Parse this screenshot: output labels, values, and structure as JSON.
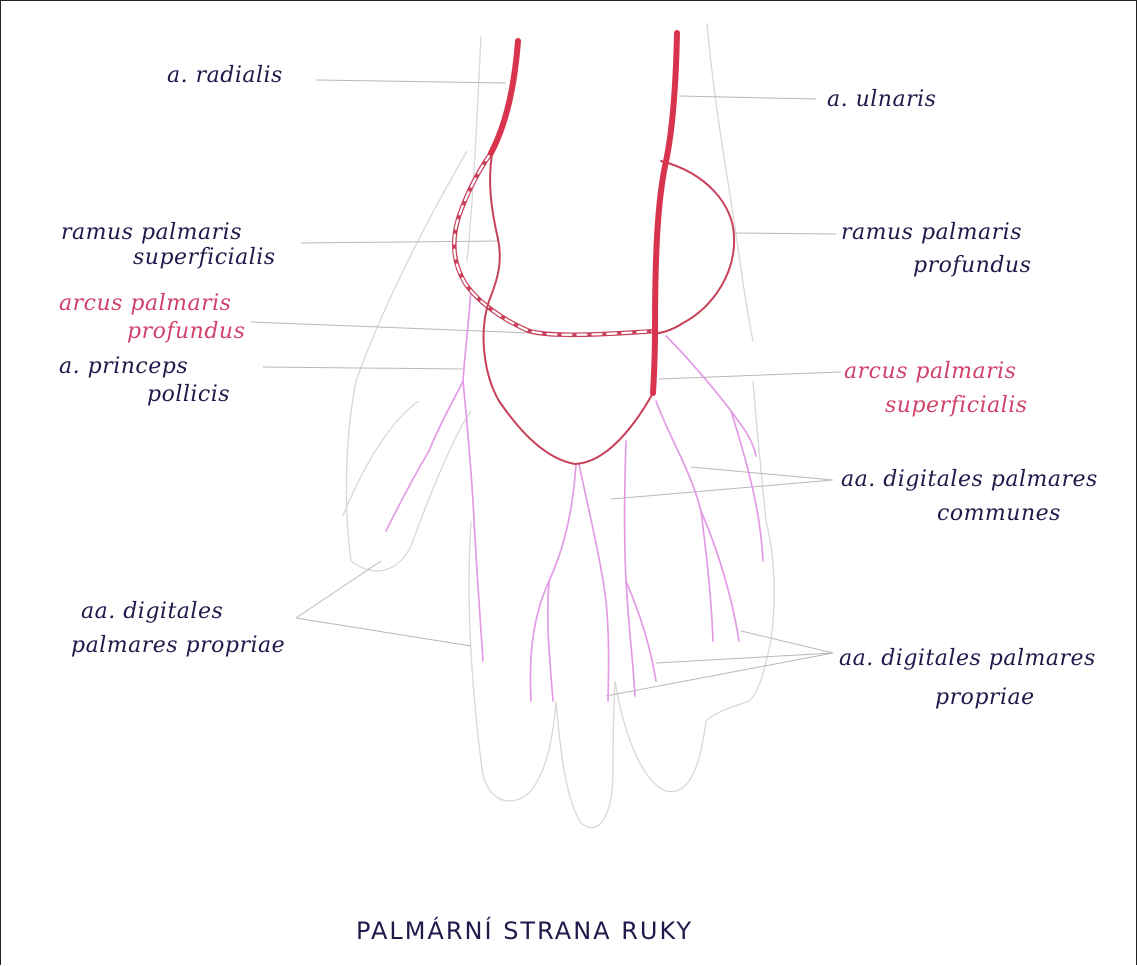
{
  "labels": {
    "radialis": "a. radialis",
    "ulnaris": "a. ulnaris",
    "ramus_sup_1": "ramus palmaris",
    "ramus_sup_2": "superficialis",
    "ramus_prof_1": "ramus palmaris",
    "ramus_prof_2": "profundus",
    "arcus_prof_1": "arcus palmaris",
    "arcus_prof_2": "profundus",
    "princeps_1": "a. princeps",
    "princeps_2": "pollicis",
    "arcus_sup_1": "arcus palmaris",
    "arcus_sup_2": "superficialis",
    "dig_comm_1": "aa. digitales palmares",
    "dig_comm_2": "communes",
    "dig_prop_left_1": "aa. digitales",
    "dig_prop_left_2": "palmares propriae",
    "dig_prop_right_1": "aa. digitales palmares",
    "dig_prop_right_2": "propriae"
  },
  "title": "PALMÁRNÍ STRANA RUKY",
  "colors": {
    "ink": "#1e1a4a",
    "label_pink": "#d0426a",
    "artery_main": "#d8344e",
    "artery_arch": "#c8405a",
    "digital": "#e39ae6",
    "outline": "#d8d8d8",
    "leader": "#b8b8b8"
  }
}
